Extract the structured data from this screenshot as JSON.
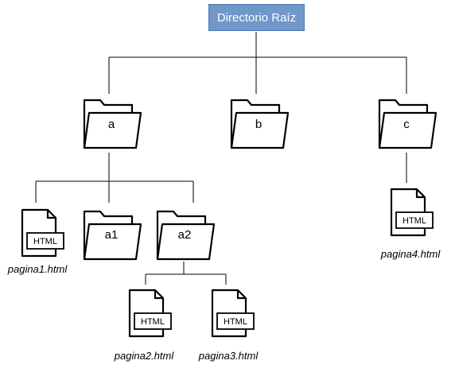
{
  "root": {
    "label": "Directorio Raíz"
  },
  "folders": {
    "a": {
      "label": "a"
    },
    "b": {
      "label": "b"
    },
    "c": {
      "label": "c"
    },
    "a1": {
      "label": "a1"
    },
    "a2": {
      "label": "a2"
    }
  },
  "files": {
    "pagina1": {
      "tag": "HTML",
      "caption": "pagina1.html",
      "icon": "html-file-icon"
    },
    "pagina2": {
      "tag": "HTML",
      "caption": "pagina2.html",
      "icon": "html-file-icon"
    },
    "pagina3": {
      "tag": "HTML",
      "caption": "pagina3.html",
      "icon": "html-file-icon"
    },
    "pagina4": {
      "tag": "HTML",
      "caption": "pagina4.html",
      "icon": "html-file-icon"
    }
  },
  "colors": {
    "root_fill": "#7196c9",
    "root_border": "#4f78b0",
    "root_text": "#ffffff"
  }
}
